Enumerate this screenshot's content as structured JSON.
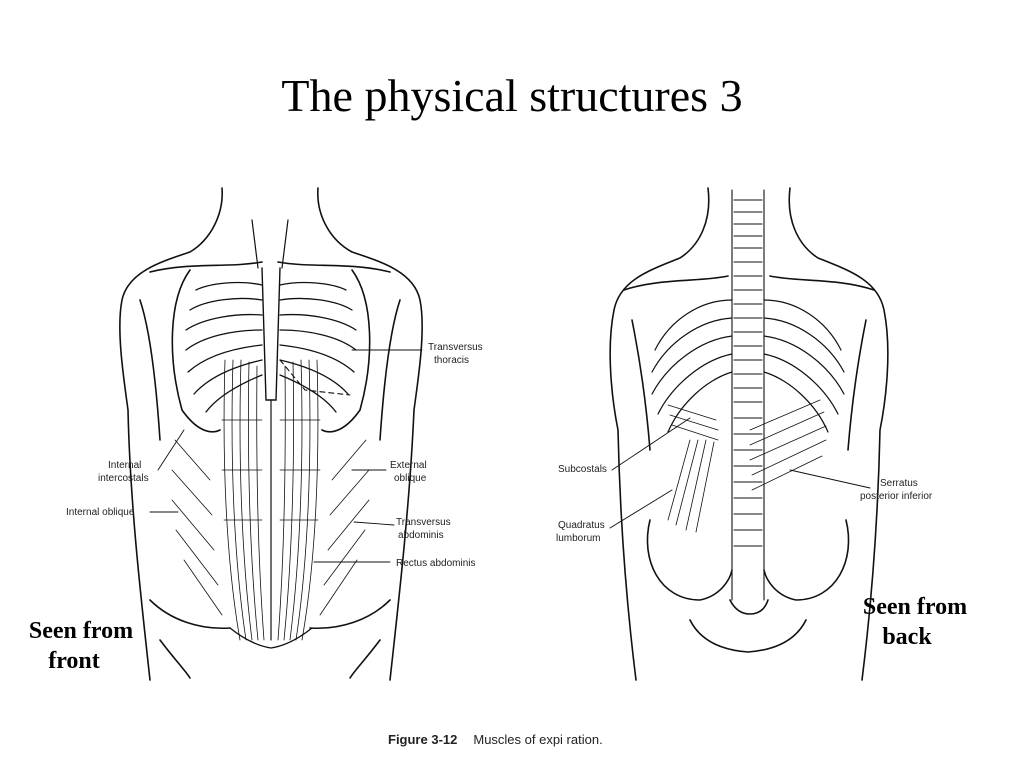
{
  "slide": {
    "title": "The physical structures 3"
  },
  "front_view": {
    "caption_line1": "Seen from",
    "caption_line2": "front",
    "labels": {
      "transversus_thoracis_1": "Transversus",
      "transversus_thoracis_2": "thoracis",
      "internal_intercostals_1": "Internal",
      "internal_intercostals_2": "intercostals",
      "external_oblique_1": "External",
      "external_oblique_2": "oblique",
      "internal_oblique": "Internal oblique",
      "transversus_abdominis_1": "Transversus",
      "transversus_abdominis_2": "abdominis",
      "rectus_abdominis": "Rectus abdominis"
    }
  },
  "back_view": {
    "caption_line1": "Seen from",
    "caption_line2": "back",
    "labels": {
      "subcostals": "Subcostals",
      "quadratus_lumborum_1": "Quadratus",
      "quadratus_lumborum_2": "lumborum",
      "serratus_posterior_1": "Serratus",
      "serratus_posterior_2": "posterior inferior"
    }
  },
  "figure_caption": {
    "number": "Figure 3-12",
    "text": "Muscles  of  expi ration."
  }
}
